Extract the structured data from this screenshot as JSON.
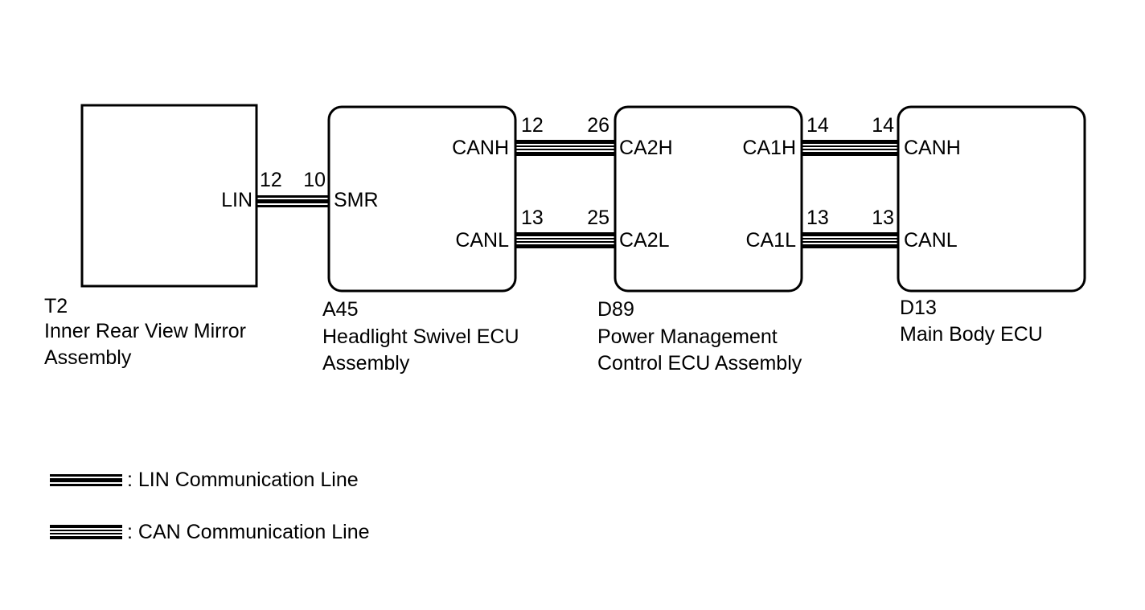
{
  "components": [
    {
      "code": "T2",
      "name_line1": "Inner Rear View Mirror",
      "name_line2": "Assembly",
      "pins": {
        "lin": "LIN"
      }
    },
    {
      "code": "A45",
      "name_line1": "Headlight Swivel ECU",
      "name_line2": "Assembly",
      "pins": {
        "smr": "SMR",
        "canh": "CANH",
        "canl": "CANL"
      }
    },
    {
      "code": "D89",
      "name_line1": "Power Management",
      "name_line2": "Control ECU Assembly",
      "pins": {
        "ca2h": "CA2H",
        "ca2l": "CA2L",
        "ca1h": "CA1H",
        "ca1l": "CA1L"
      }
    },
    {
      "code": "D13",
      "name_line1": "Main Body ECU",
      "pins": {
        "canh": "CANH",
        "canl": "CANL"
      }
    }
  ],
  "connections": [
    {
      "type": "LIN",
      "from_pin_no": "12",
      "to_pin_no": "10"
    },
    {
      "type": "CAN",
      "from_pin_no": "12",
      "to_pin_no": "26"
    },
    {
      "type": "CAN",
      "from_pin_no": "13",
      "to_pin_no": "25"
    },
    {
      "type": "CAN",
      "from_pin_no": "14",
      "to_pin_no": "14"
    },
    {
      "type": "CAN",
      "from_pin_no": "13",
      "to_pin_no": "13"
    }
  ],
  "legend": [
    {
      "type": "LIN",
      "label": ": LIN Communication Line"
    },
    {
      "type": "CAN",
      "label": ": CAN Communication Line"
    }
  ],
  "colors": {
    "line": "#000000",
    "background": "#ffffff"
  }
}
